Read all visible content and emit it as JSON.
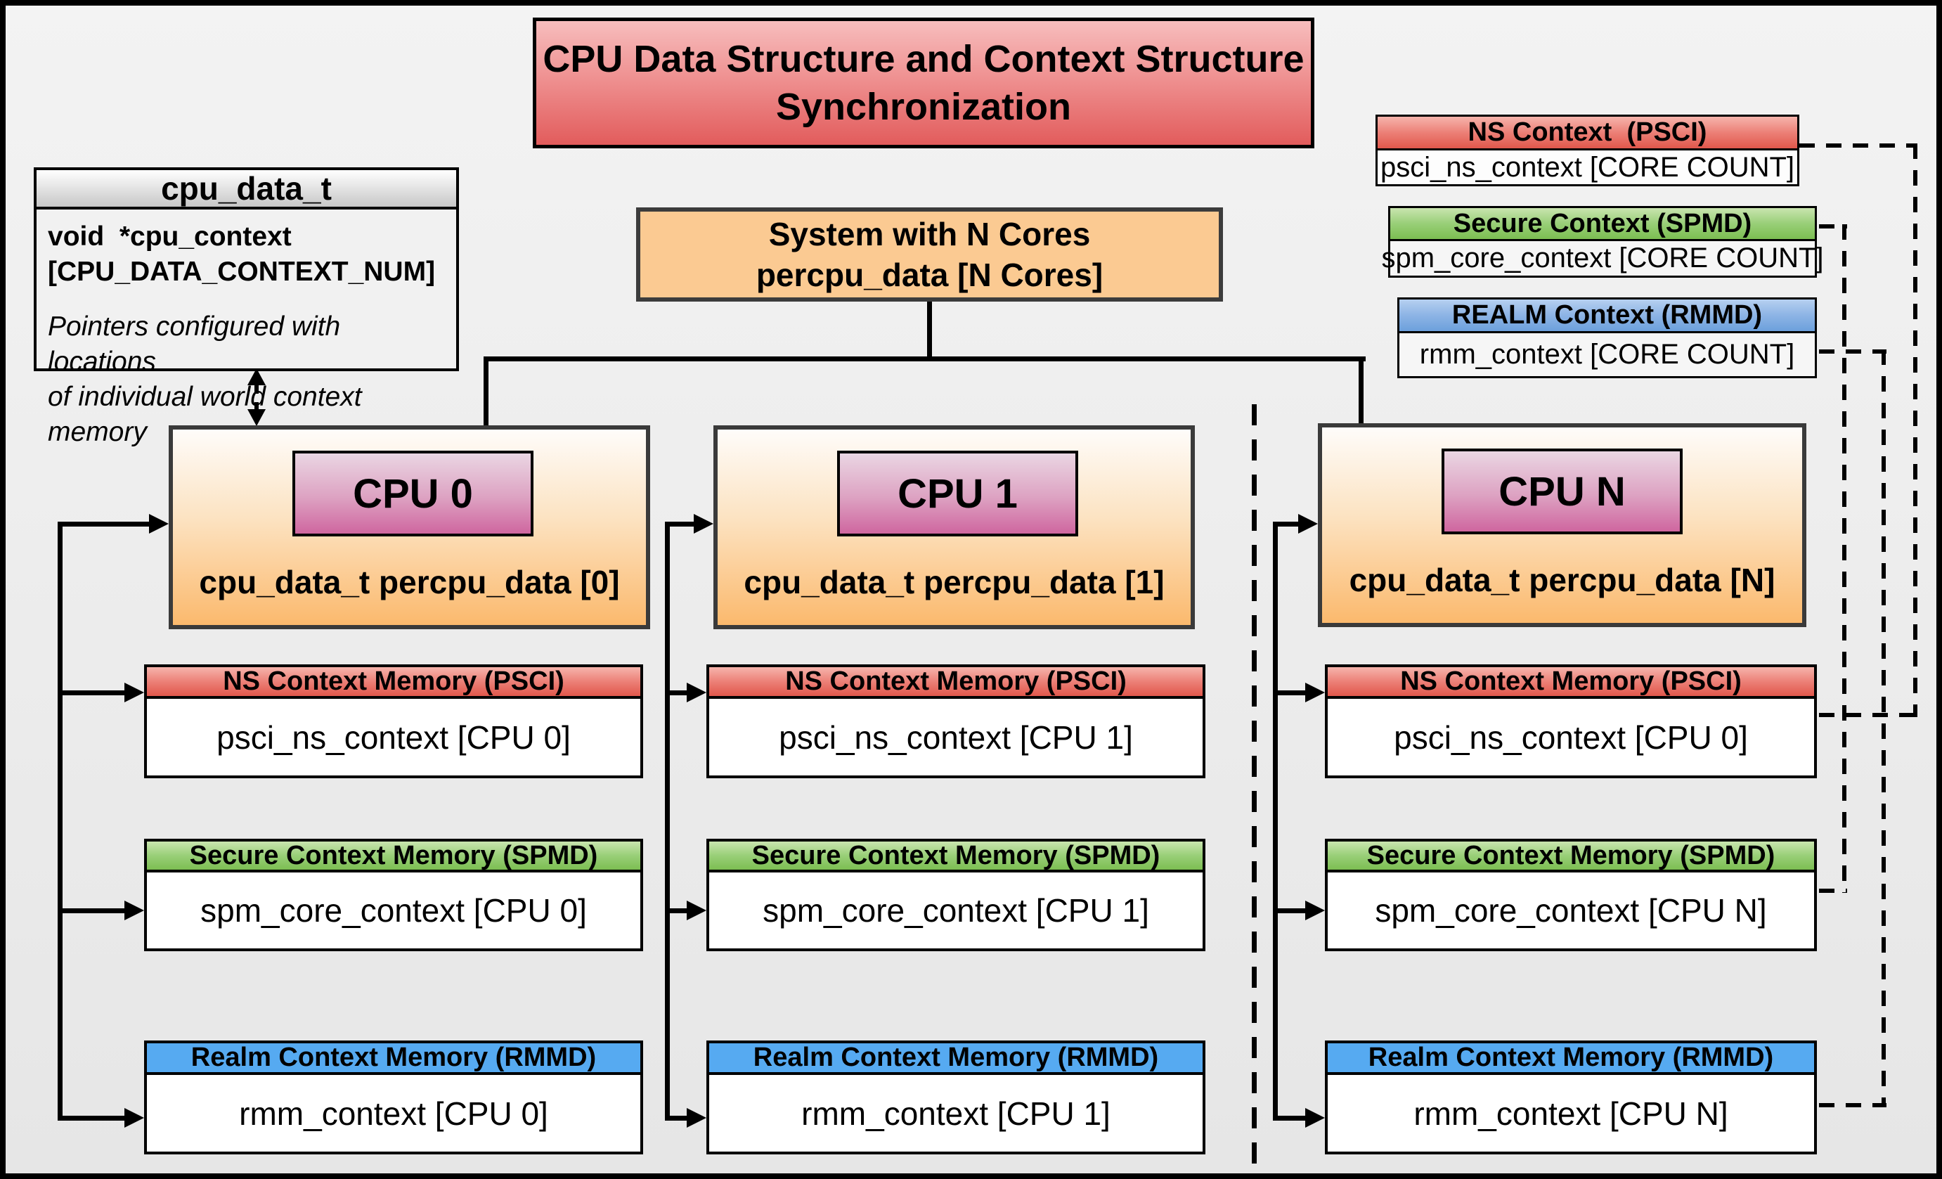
{
  "title": {
    "line1": "CPU Data Structure and Context Structure",
    "line2": "Synchronization"
  },
  "struct_box": {
    "header": "cpu_data_t",
    "field_line1": "void  *cpu_context",
    "field_line2": "[CPU_DATA_CONTEXT_NUM]",
    "note_line1": "Pointers configured with locations",
    "note_line2": "of individual world context memory"
  },
  "system_box": {
    "line1": "System with N Cores",
    "line2": "percpu_data [N Cores]"
  },
  "legend": [
    {
      "title": "NS Context  (PSCI)",
      "body": "psci_ns_context [CORE COUNT]"
    },
    {
      "title": "Secure Context (SPMD)",
      "body": "spm_core_context [CORE COUNT]"
    },
    {
      "title": "REALM Context (RMMD)",
      "body": "rmm_context [CORE COUNT]"
    }
  ],
  "columns": [
    {
      "cpu": "CPU 0",
      "data_label": "cpu_data_t percpu_data [0]",
      "ns": {
        "title": "NS Context Memory (PSCI)",
        "body": "psci_ns_context [CPU 0]"
      },
      "secure": {
        "title": "Secure Context Memory (SPMD)",
        "body": "spm_core_context [CPU 0]"
      },
      "realm": {
        "title": "Realm Context Memory (RMMD)",
        "body": "rmm_context [CPU 0]"
      }
    },
    {
      "cpu": "CPU 1",
      "data_label": "cpu_data_t percpu_data [1]",
      "ns": {
        "title": "NS Context Memory (PSCI)",
        "body": "psci_ns_context [CPU 1]"
      },
      "secure": {
        "title": "Secure Context Memory (SPMD)",
        "body": "spm_core_context [CPU 1]"
      },
      "realm": {
        "title": "Realm Context Memory (RMMD)",
        "body": "rmm_context [CPU 1]"
      }
    },
    {
      "cpu": "CPU N",
      "data_label": "cpu_data_t percpu_data [N]",
      "ns": {
        "title": "NS Context Memory (PSCI)",
        "body": "psci_ns_context [CPU 0]"
      },
      "secure": {
        "title": "Secure Context Memory (SPMD)",
        "body": "spm_core_context [CPU N]"
      },
      "realm": {
        "title": "Realm Context Memory (RMMD)",
        "body": "rmm_context [CPU N]"
      }
    }
  ],
  "colors": {
    "ns_header_top": "#f6b4ac",
    "ns_header_bottom": "#e1584c",
    "secure_header_top": "#c9e5af",
    "secure_header_bottom": "#7cbe52",
    "realm_header": "#56aaf1",
    "realm_legend_header": "#6ca0dc",
    "cpu_box_gradient_bottom": "#fbb96d",
    "cpu_badge_bottom": "#cf669f",
    "system_box_fill": "#fbca92",
    "title_fill_bottom": "#e25c5c",
    "background": "#ececec",
    "line_color": "#000000"
  }
}
